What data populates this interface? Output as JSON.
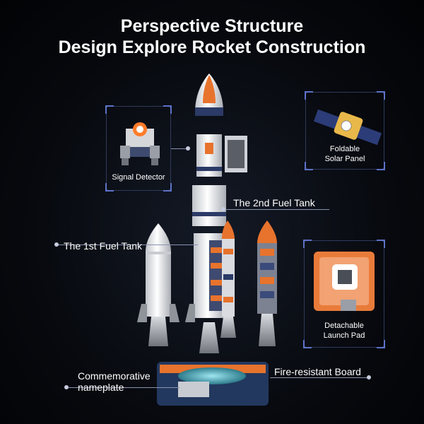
{
  "header": {
    "line1": "Perspective Structure",
    "line2": "Design Explore Rocket Construction"
  },
  "callouts": {
    "signal_detector": "Signal Detector",
    "foldable_solar_panel_line1": "Foldable",
    "foldable_solar_panel_line2": "Solar Panel",
    "second_fuel_tank": "The 2nd Fuel Tank",
    "first_fuel_tank": "The 1st Fuel Tank",
    "detachable_launch_pad_line1": "Detachable",
    "detachable_launch_pad_line2": "Launch Pad",
    "commemorative_nameplate_line1": "Commemorative",
    "commemorative_nameplate_line2": "nameplate",
    "fire_resistant_board": "Fire-resistant Board"
  },
  "colors": {
    "background": "#05070b",
    "frame": "#2f3a5c",
    "accent_orange": "#e0702a",
    "accent_blue": "#2e4a8a",
    "rocket_white": "#eeeeee"
  }
}
